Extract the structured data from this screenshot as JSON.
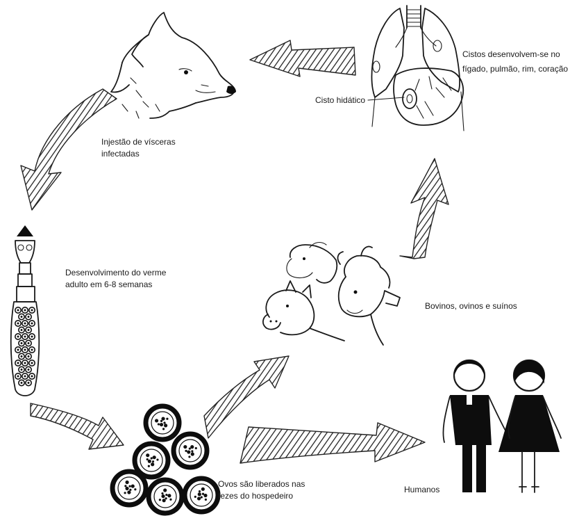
{
  "labels": {
    "cysts_develop": "Cistos desenvolvem-se no",
    "cysts_organs": "fígado, pulmão, rim, coração",
    "hydatid_cyst": "Cisto hidático",
    "ingestion_line1": "Injestão de vísceras",
    "ingestion_line2": "infectadas",
    "adult_worm_line1": "Desenvolvimento do verme",
    "adult_worm_line2": "adulto em 6-8 semanas",
    "livestock": "Bovinos, ovinos e suínos",
    "eggs_line1": "Ovos são liberados nas",
    "eggs_line2": "fezes do hospedeiro",
    "humans": "Humanos"
  },
  "figures": {
    "dog": "dog-head-drawing",
    "organs": "lungs-liver-drawing",
    "worm": "adult-tapeworm-drawing",
    "livestock": "sheep-cow-pig-drawing",
    "eggs": "egg-cluster-drawing",
    "humans": "human-couple-drawing"
  }
}
